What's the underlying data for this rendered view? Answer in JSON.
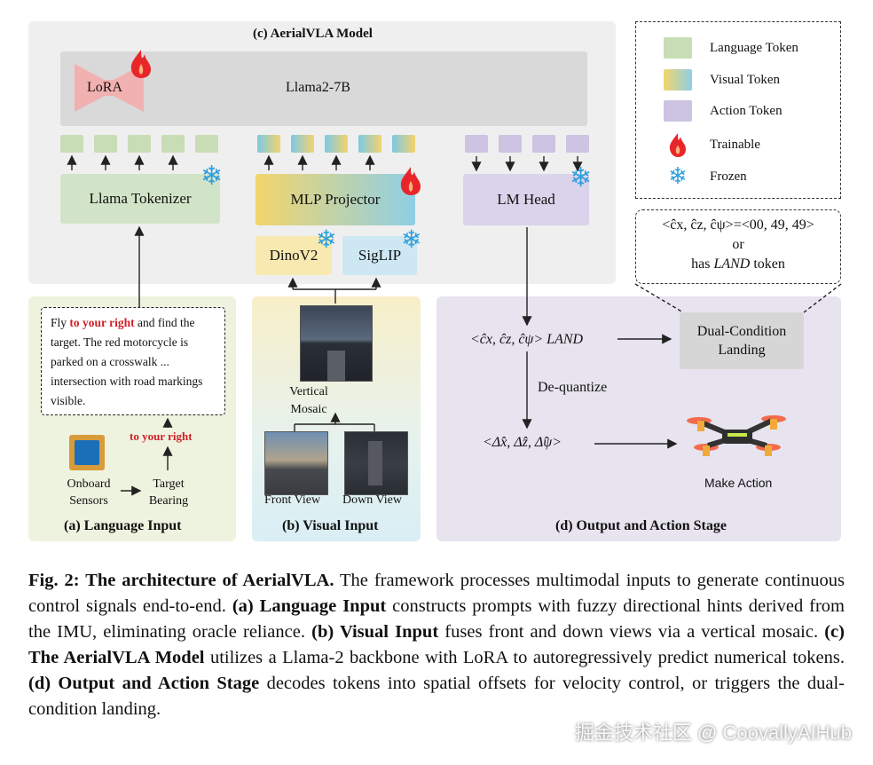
{
  "model": {
    "title": "(c) AerialVLA Model",
    "llm": "Llama2-7B",
    "lora": "LoRA",
    "tokenizer": "Llama Tokenizer",
    "projector": "MLP Projector",
    "lm_head": "LM Head",
    "dino": "DinoV2",
    "siglip": "SigLIP"
  },
  "legend": {
    "language": "Language Token",
    "visual": "Visual Token",
    "action": "Action Token",
    "trainable": "Trainable",
    "frozen": "Frozen"
  },
  "condition_box": {
    "line1": "<ĉx, ĉz, ĉψ>=<00, 49, 49>",
    "line2": "or",
    "line3_pre": "has ",
    "line3_em": "LAND",
    "line3_post": " token"
  },
  "language_input": {
    "title": "(a) Language Input",
    "prompt_pre": "Fly ",
    "prompt_hl": "to your right",
    "prompt_rest": " and find the target. The red motorcycle is parked on a  crosswalk ... intersection with road markings visible.",
    "hint": "to your right",
    "sensors": "Onboard Sensors",
    "bearing": "Target Bearing"
  },
  "visual_input": {
    "title": "(b) Visual Input",
    "mosaic": "Vertical Mosaic",
    "front": "Front View",
    "down": "Down View"
  },
  "output_stage": {
    "title": "(d) Output and Action Stage",
    "tokens": "<ĉx, ĉz, ĉψ> LAND",
    "dequantize": "De-quantize",
    "deltas": "<Δ̂x, Δ̂z, Δ̂ψ>",
    "landing": "Dual-Condition Landing",
    "make_action": "Make Action"
  },
  "caption": {
    "fig": "Fig. 2: The architecture of AerialVLA.",
    "t1": " The framework processes multimodal inputs to generate continuous control signals end-to-end. ",
    "a": "(a) Language Input",
    "t2": " constructs prompts with fuzzy directional hints derived from the IMU, eliminating oracle reliance. ",
    "b": "(b) Visual Input",
    "t3": " fuses front and down views via a vertical mosaic. ",
    "c": "(c) The AerialVLA Model",
    "t4": " utilizes a Llama-2 backbone with LoRA to autoregressively predict numerical tokens. ",
    "d": "(d) Output and Action Stage",
    "t5": " decodes tokens into spatial offsets for velocity control, or triggers the dual-condition landing."
  },
  "watermark": "掘金技术社区 @ CoovallyAIHub",
  "colors": {
    "model_bg": "#efefef",
    "language_bg": "#eef3df",
    "output_bg": "#e7e3ef",
    "highlight_red": "#d0202a",
    "frozen_blue": "#2f9fdc"
  }
}
